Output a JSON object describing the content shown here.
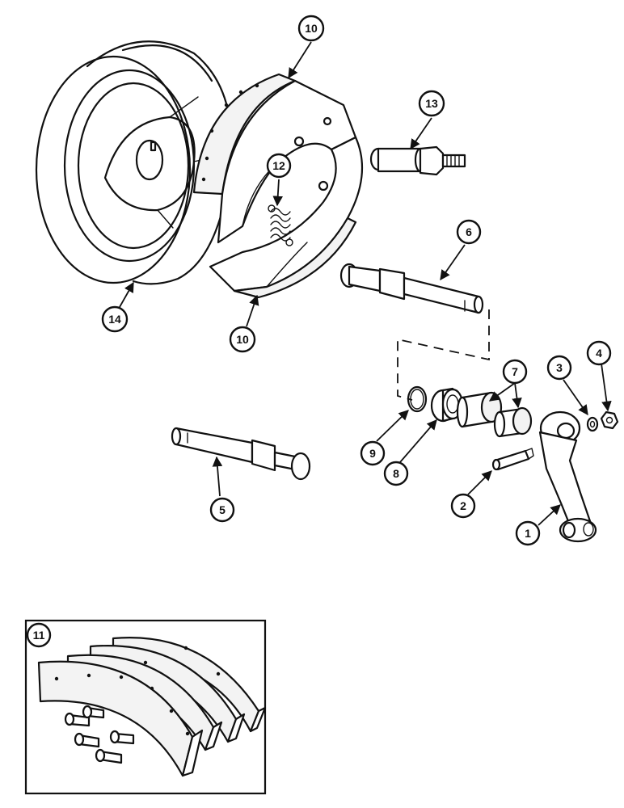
{
  "callouts": {
    "c1": "1",
    "c2": "2",
    "c3": "3",
    "c4": "4",
    "c5": "5",
    "c6": "6",
    "c7": "7",
    "c8": "8",
    "c9": "9",
    "c10_top": "10",
    "c10_bottom": "10",
    "c11": "11",
    "c12": "12",
    "c13": "13",
    "c14": "14"
  }
}
